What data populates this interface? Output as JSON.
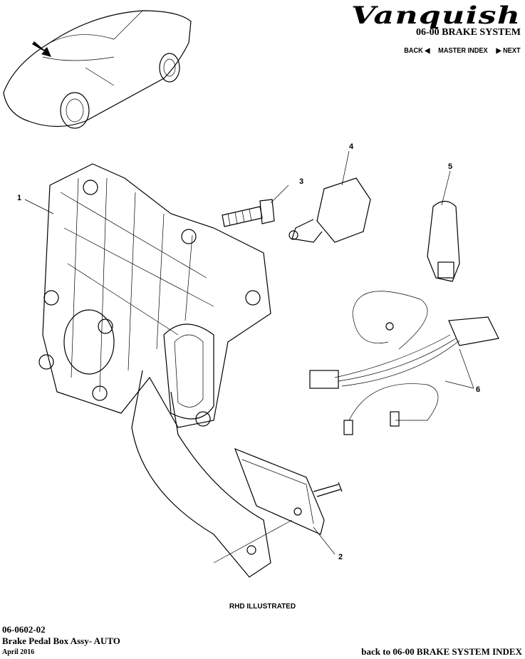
{
  "header": {
    "logo_text": "Vanquish",
    "section_title": "06-00 BRAKE SYSTEM",
    "nav": {
      "back": "BACK ◀",
      "master_index": "MASTER INDEX",
      "next": "▶ NEXT"
    }
  },
  "diagram": {
    "callouts": [
      "1",
      "2",
      "3",
      "4",
      "5",
      "6"
    ],
    "caption": "RHD ILLUSTRATED"
  },
  "footer": {
    "part_number": "06-0602-02",
    "part_name": "Brake Pedal Box Assy- AUTO",
    "date": "April 2016",
    "back_link": "back to 06-00 BRAKE SYSTEM INDEX"
  }
}
